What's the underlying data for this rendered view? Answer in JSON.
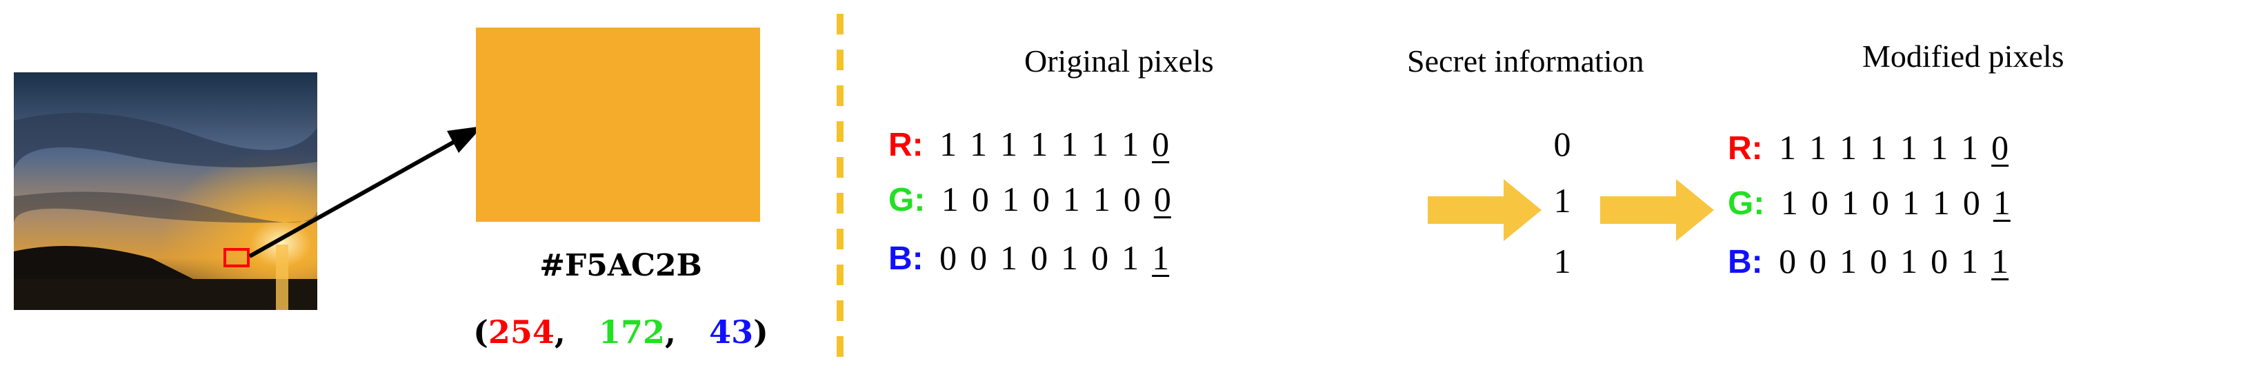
{
  "left": {
    "hex_code": "#F5AC2B",
    "rgb": {
      "open": "(",
      "r": "254",
      "sep1": ",",
      "g": "172",
      "sep2": ",",
      "b": "43",
      "close": ")"
    },
    "colors": {
      "swatch": "#F5AC2B",
      "red": "#ff0000",
      "green": "#22e022",
      "blue": "#1010ff",
      "divider": "#f5c22b",
      "arrow": "#f8c541"
    }
  },
  "headings": {
    "original": "Original pixels",
    "secret": "Secret information",
    "modified": "Modified pixels"
  },
  "channels": {
    "r": "R:",
    "g": "G:",
    "b": "B:"
  },
  "original": {
    "r": [
      "1",
      "1",
      "1",
      "1",
      "1",
      "1",
      "1",
      "0"
    ],
    "g": [
      "1",
      "0",
      "1",
      "0",
      "1",
      "1",
      "0",
      "0"
    ],
    "b": [
      "0",
      "0",
      "1",
      "0",
      "1",
      "0",
      "1",
      "1"
    ]
  },
  "secret": [
    "0",
    "1",
    "1"
  ],
  "modified": {
    "r": [
      "1",
      "1",
      "1",
      "1",
      "1",
      "1",
      "1",
      "0"
    ],
    "g": [
      "1",
      "0",
      "1",
      "0",
      "1",
      "1",
      "0",
      "1"
    ],
    "b": [
      "0",
      "0",
      "1",
      "0",
      "1",
      "0",
      "1",
      "1"
    ]
  }
}
